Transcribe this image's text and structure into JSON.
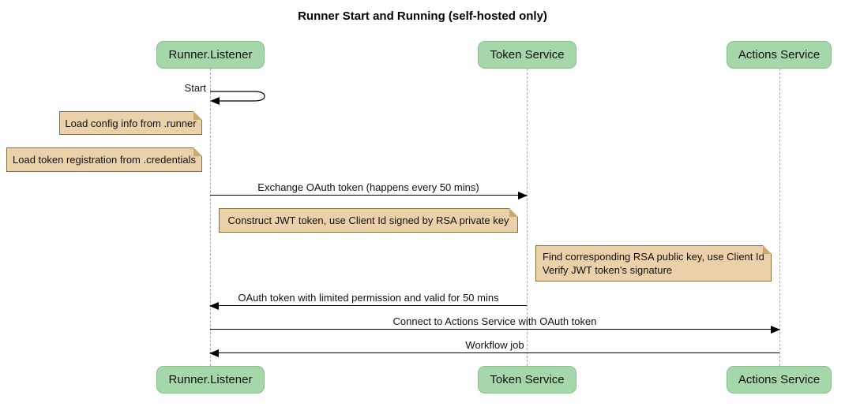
{
  "title": "Runner Start and Running (self-hosted only)",
  "participants": {
    "runner_listener": "Runner.Listener",
    "token_service": "Token Service",
    "actions_service": "Actions Service"
  },
  "messages": {
    "start": "Start",
    "exchange": "Exchange OAuth token (happens every 50 mins)",
    "oauth_return": "OAuth token with limited permission and valid for 50 mins",
    "connect": "Connect to Actions Service with OAuth token",
    "workflow": "Workflow job"
  },
  "notes": {
    "load_config": "Load config info from .runner",
    "load_token": "Load token registration from .credentials",
    "construct_jwt": "Construct JWT token, use Client Id signed by RSA private key",
    "find_rsa_line1": "Find corresponding RSA public key, use Client Id",
    "find_rsa_line2": "Verify JWT token's signature"
  },
  "colors": {
    "background": "#FFFFFF",
    "participant_fill": "#A6D7AA",
    "participant_border": "#89BD8E",
    "note_fill": "#EBD1A9",
    "note_border": "#8A6E3F",
    "note_fold": "#C9A96F",
    "lifeline": "#A9A9A9",
    "arrow": "#000000",
    "text": "#000000"
  }
}
